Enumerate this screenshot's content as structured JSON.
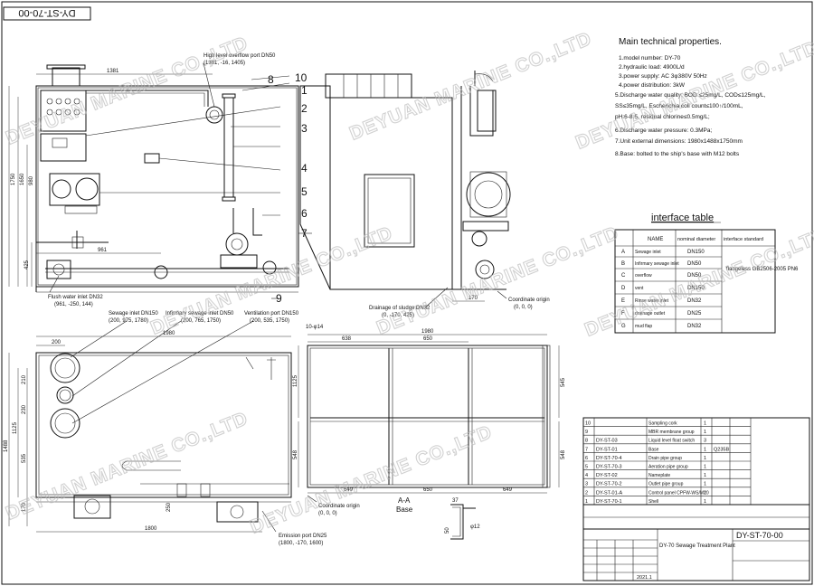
{
  "drawing_number": "DY-ST-70-00",
  "watermark": "DEYUAN MARINE CO.,LTD",
  "specs": {
    "title": "Main technical properties.",
    "lines": [
      "1.model number: DY-70",
      "2.hydraulic load: 4900L/d",
      "3.power supply: AC 3φ380V 50Hz",
      "4.power distribution: 3kW",
      "5.Discharge water quality: BOD ≤25mg/L, COD≤125mg/L,",
      "SS≤35mg/L, Escherichia coli count≤100↑/100mL,",
      "pH:6-8.5, residual chlorine≤0.5mg/L;",
      "6.Discharge water pressure: 0.3MPa;",
      "7.Unit external dimensions: 1980x1488x1750mm",
      "8.Base: bolted to the ship's base with M12 bolts"
    ]
  },
  "interface_table": {
    "title": "interface table",
    "headers": [
      "",
      "NAME",
      "nominal diameter",
      "interface standard"
    ],
    "rows": [
      [
        "A",
        "Sewage inlet",
        "DN150"
      ],
      [
        "B",
        "Infirmary sewage inlet",
        "DN50"
      ],
      [
        "C",
        "overflow",
        "DN50"
      ],
      [
        "D",
        "vent",
        "DN150"
      ],
      [
        "E",
        "Rinse water inlet",
        "DN32"
      ],
      [
        "F",
        "drainage outlet",
        "DN25"
      ],
      [
        "G",
        "mud flap",
        "DN32"
      ]
    ],
    "standard": "flangeless GB2506-2005 PN6"
  },
  "parts": [
    [
      "10",
      "",
      "Sampling cork",
      "1",
      ""
    ],
    [
      "9",
      "",
      "MBR membrane group",
      "1",
      ""
    ],
    [
      "8",
      "DY-ST-03",
      "Liquid level float switch",
      "3",
      ""
    ],
    [
      "7",
      "DY-ST-01",
      "Base",
      "1",
      "Q235B"
    ],
    [
      "6",
      "DY-ST-70-4",
      "Drain pipe group",
      "1",
      ""
    ],
    [
      "5",
      "DY-ST-70-3",
      "Aeration pipe group",
      "1",
      ""
    ],
    [
      "4",
      "DY-ST-02",
      "Nameplate",
      "1",
      ""
    ],
    [
      "3",
      "DY-ST-70-2",
      "Outlet pipe group",
      "1",
      ""
    ],
    [
      "2",
      "DY-ST-01-A",
      "Control panel CPFW-WS/M20",
      "1",
      ""
    ],
    [
      "1",
      "DY-ST-70-1",
      "Shell",
      "1",
      ""
    ]
  ],
  "title_block": {
    "name": "DY-70 Sewage Treatment Plant",
    "date": "2021.1"
  },
  "callouts": {
    "overflow": [
      "High level overflow port DN50",
      "(1381, -16, 1405)"
    ],
    "flush": [
      "Flush water inlet DN32",
      "(961, -250, 144)"
    ],
    "drainage": [
      "Drainage of sludge DN32",
      "(0, -170, 425)"
    ],
    "origin1": [
      "Coordinate origin",
      "(0, 0, 0)"
    ],
    "sewage": [
      "Sewage inlet DN150",
      "(200, 975, 1780)"
    ],
    "infirmary": [
      "Infirmary sewage inlet DN50",
      "(200, 765, 1750)"
    ],
    "vent": [
      "Ventilation port DN150",
      "(200, 535, 1750)"
    ],
    "origin2": [
      "Coordinate origin",
      "(0, 0, 0)"
    ],
    "emission": [
      "Emission port DN25",
      "(1800, -170, 1600)"
    ],
    "section": [
      "A-A",
      "Base"
    ]
  },
  "numbers": [
    "1",
    "2",
    "3",
    "4",
    "5",
    "6",
    "7",
    "8",
    "9",
    "10"
  ],
  "dims": {
    "d1381": "1381",
    "d1750": "1750",
    "d1650": "1650",
    "d980": "980",
    "d425": "425",
    "d961": "961",
    "d170": "170",
    "d200": "200",
    "d1980": "1980",
    "d210": "210",
    "d230": "230",
    "d1125": "1125",
    "d535": "535",
    "d1488": "1488",
    "d1800": "1800",
    "d250": "250",
    "d10": "10-φ14",
    "d638": "638",
    "d650": "650",
    "d649": "649",
    "d548": "548",
    "d545": "545",
    "d37": "37",
    "d50": "50",
    "d12": "φ12"
  }
}
